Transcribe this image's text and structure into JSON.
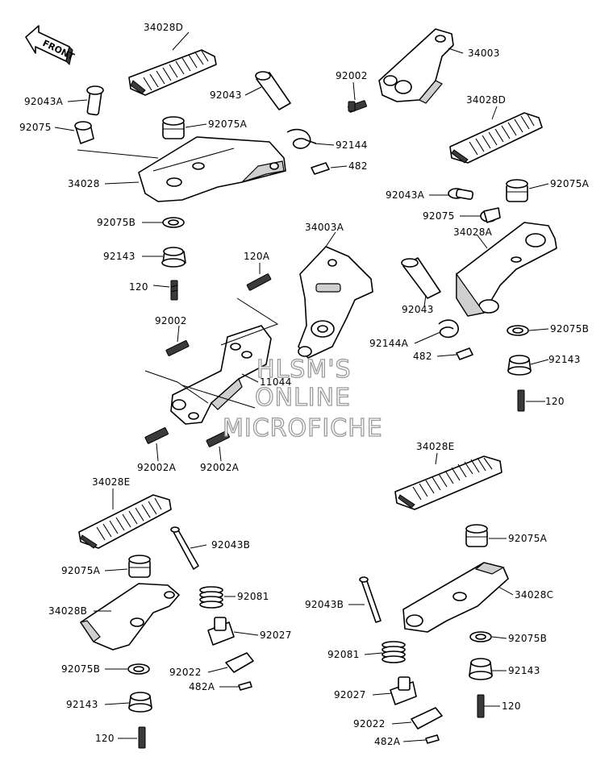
{
  "diagram": {
    "front_label": "FRONT",
    "watermark": [
      "HLSM'S",
      "ONLINE",
      "MICROFICHE"
    ],
    "labels": [
      "34028D",
      "34003",
      "92043A",
      "92043",
      "92002",
      "92075",
      "92075A",
      "92144",
      "34028D",
      "482",
      "34028",
      "92043A",
      "92075A",
      "92075",
      "92075B",
      "34003A",
      "34028A",
      "92143",
      "120A",
      "120",
      "92043",
      "92002",
      "92075B",
      "92144A",
      "482",
      "92143",
      "11044",
      "120",
      "92002A",
      "92002A",
      "34028E",
      "34028E",
      "92043B",
      "92075A",
      "92075A",
      "92081",
      "34028B",
      "92027",
      "92043B",
      "34028C",
      "92075B",
      "92075B",
      "92081",
      "92022",
      "92143",
      "482A",
      "92143",
      "92027",
      "120",
      "92022",
      "120",
      "482A"
    ]
  }
}
